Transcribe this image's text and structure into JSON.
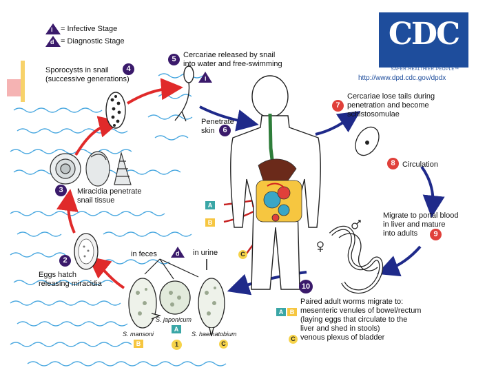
{
  "legend": {
    "infective_letter": "i",
    "infective_label": "= Infective Stage",
    "diagnostic_letter": "d",
    "diagnostic_label": "= Diagnostic Stage"
  },
  "logo": {
    "name": "CDC",
    "motto": "SAFER·HEALTHIER·PEOPLE™",
    "url": "http://www.dpd.cdc.gov/dpdx"
  },
  "steps": {
    "s1_num": "1",
    "s2_num": "2",
    "s2_text": [
      "Eggs hatch",
      "releasing miracidia"
    ],
    "s3_num": "3",
    "s3_text": [
      "Miracidia penetrate",
      "snail tissue"
    ],
    "s4_num": "4",
    "s4_text": [
      "Sporocysts in snail",
      "(successive generations)"
    ],
    "s5_num": "5",
    "s5_text": [
      "Cercariae released by snail",
      "into water and free-swimming"
    ],
    "s6_num": "6",
    "s6_text": [
      "Penetrate",
      "skin"
    ],
    "s7_num": "7",
    "s7_text": [
      "Cercariae lose tails during",
      "penetration and become",
      "schistosomulae"
    ],
    "s8_num": "8",
    "s8_text": "Circulation",
    "s9_num": "9",
    "s9_text": [
      "Migrate to portal blood",
      "in liver and mature",
      "into adults"
    ],
    "s10_num": "10",
    "s10_text": [
      "Paired adult worms migrate to:",
      "mesenteric venules of bowel/rectum",
      "(laying eggs that circulate to the",
      "liver and shed in stools)",
      "venous plexus of bladder"
    ]
  },
  "eggs": {
    "in_feces": "in feces",
    "in_urine": "in urine",
    "mansoni": "S. mansoni",
    "japonicum": "S. japonicum",
    "haematobium": "S. haematobium"
  },
  "tags": {
    "A": "A",
    "B": "B",
    "C": "C"
  },
  "colors": {
    "purple": "#3a1a6b",
    "red_step": "#e0403a",
    "arrow_red": "#e02a2a",
    "arrow_navy": "#1f2a8a",
    "water": "#4aa8e0",
    "tag_A": "#3aa6a6",
    "tag_B": "#f6c640",
    "cdc_blue": "#1e4d9c"
  },
  "icons": [
    "infective-stage-icon",
    "diagnostic-stage-icon",
    "snail-icon",
    "human-figure-icon",
    "worm-pair-icon",
    "egg-icon",
    "cercaria-icon",
    "sporocyst-icon",
    "miracidium-icon",
    "schistosomulum-icon",
    "water-waves-icon"
  ]
}
